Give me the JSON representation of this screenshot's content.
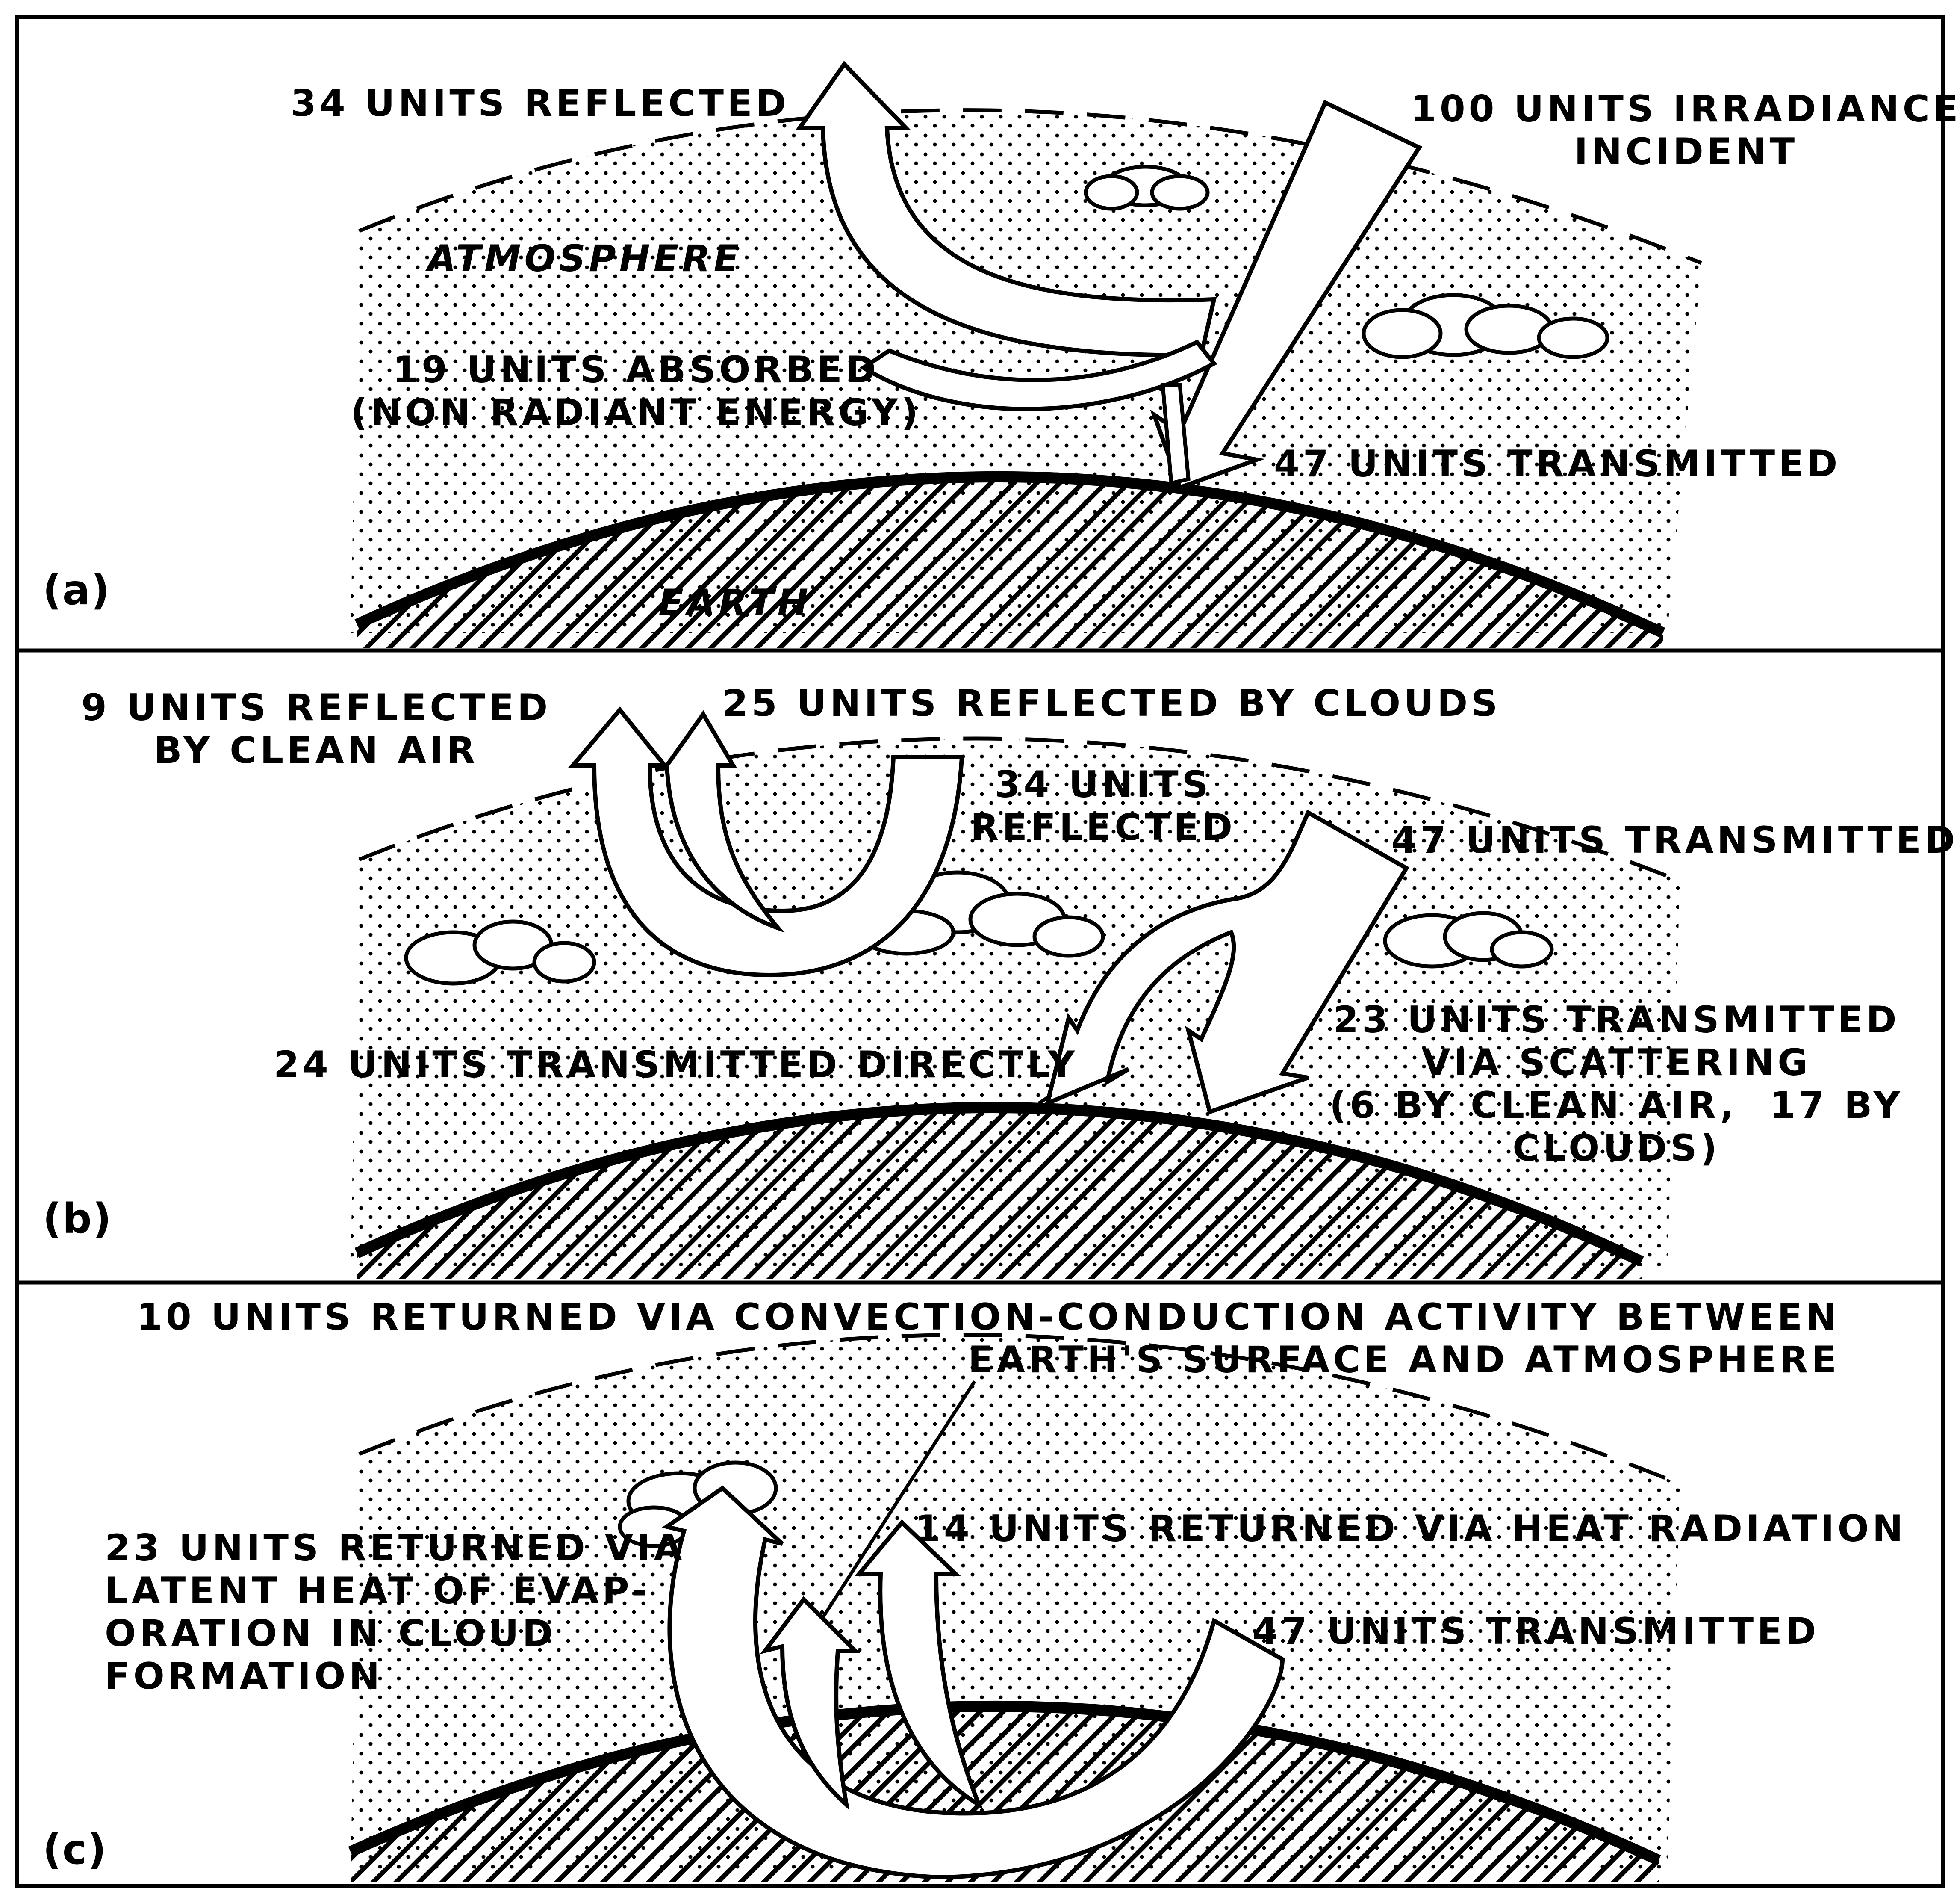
{
  "panel_a": {
    "tag": "(a)",
    "reflected": "34 UNITS REFLECTED",
    "irradiance": "100 UNITS IRRADIANCE\nINCIDENT",
    "atmosphere": "ATMOSPHERE",
    "absorbed": "19 UNITS ABSORBED\n(NON RADIANT ENERGY)",
    "transmitted": "47 UNITS TRANSMITTED",
    "earth": "EARTH"
  },
  "panel_b": {
    "tag": "(b)",
    "clean_air": "9 UNITS REFLECTED\nBY CLEAN AIR",
    "clouds": "25 UNITS REFLECTED BY CLOUDS",
    "reflected": "34 UNITS\nREFLECTED",
    "transmitted": "47 UNITS TRANSMITTED",
    "scattering": "23 UNITS TRANSMITTED\nVIA SCATTERING\n(6 BY CLEAN AIR,  17 BY\nCLOUDS)",
    "directly": "24 UNITS TRANSMITTED DIRECTLY"
  },
  "panel_c": {
    "tag": "(c)",
    "convection": "10 UNITS RETURNED VIA CONVECTION-CONDUCTION ACTIVITY BETWEEN\nEARTH'S SURFACE AND ATMOSPHERE",
    "radiation": "14 UNITS RETURNED VIA HEAT RADIATION",
    "latent": "23 UNITS RETURNED VIA\nLATENT HEAT OF EVAP-\nORATION IN CLOUD\nFORMATION",
    "transmitted": "47 UNITS TRANSMITTED"
  }
}
